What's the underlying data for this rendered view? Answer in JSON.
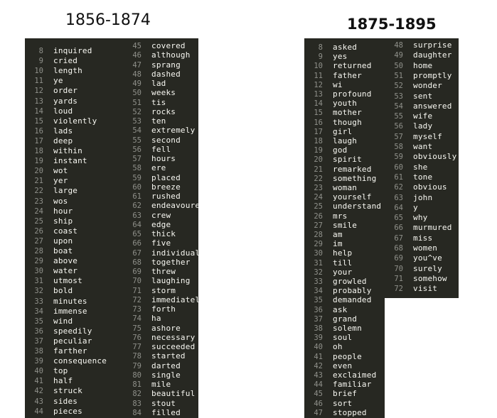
{
  "left_panel": {
    "title": "1856-1874",
    "col1": [
      {
        "n": "8",
        "w": "inquired"
      },
      {
        "n": "9",
        "w": "cried"
      },
      {
        "n": "10",
        "w": "length"
      },
      {
        "n": "11",
        "w": "ye"
      },
      {
        "n": "12",
        "w": "order"
      },
      {
        "n": "13",
        "w": "yards"
      },
      {
        "n": "14",
        "w": "loud"
      },
      {
        "n": "15",
        "w": "violently"
      },
      {
        "n": "16",
        "w": "lads"
      },
      {
        "n": "17",
        "w": "deep"
      },
      {
        "n": "18",
        "w": "within"
      },
      {
        "n": "19",
        "w": "instant"
      },
      {
        "n": "20",
        "w": "wot"
      },
      {
        "n": "21",
        "w": "yer"
      },
      {
        "n": "22",
        "w": "large"
      },
      {
        "n": "23",
        "w": "wos"
      },
      {
        "n": "24",
        "w": "hour"
      },
      {
        "n": "25",
        "w": "ship"
      },
      {
        "n": "26",
        "w": "coast"
      },
      {
        "n": "27",
        "w": "upon"
      },
      {
        "n": "28",
        "w": "boat"
      },
      {
        "n": "29",
        "w": "above"
      },
      {
        "n": "30",
        "w": "water"
      },
      {
        "n": "31",
        "w": "utmost"
      },
      {
        "n": "32",
        "w": "bold"
      },
      {
        "n": "33",
        "w": "minutes"
      },
      {
        "n": "34",
        "w": "immense"
      },
      {
        "n": "35",
        "w": "wind"
      },
      {
        "n": "36",
        "w": "speedily"
      },
      {
        "n": "37",
        "w": "peculiar"
      },
      {
        "n": "38",
        "w": "farther"
      },
      {
        "n": "39",
        "w": "consequence"
      },
      {
        "n": "40",
        "w": "top"
      },
      {
        "n": "41",
        "w": "half"
      },
      {
        "n": "42",
        "w": "struck"
      },
      {
        "n": "43",
        "w": "sides"
      },
      {
        "n": "44",
        "w": "pieces"
      }
    ],
    "col2": [
      {
        "n": "45",
        "w": "covered"
      },
      {
        "n": "46",
        "w": "although"
      },
      {
        "n": "47",
        "w": "sprang"
      },
      {
        "n": "48",
        "w": "dashed"
      },
      {
        "n": "49",
        "w": "lad"
      },
      {
        "n": "50",
        "w": "weeks"
      },
      {
        "n": "51",
        "w": "tis"
      },
      {
        "n": "52",
        "w": "rocks"
      },
      {
        "n": "53",
        "w": "ten"
      },
      {
        "n": "54",
        "w": "extremely"
      },
      {
        "n": "55",
        "w": "second"
      },
      {
        "n": "56",
        "w": "fell"
      },
      {
        "n": "57",
        "w": "hours"
      },
      {
        "n": "58",
        "w": "ere"
      },
      {
        "n": "59",
        "w": "placed"
      },
      {
        "n": "60",
        "w": "breeze"
      },
      {
        "n": "61",
        "w": "rushed"
      },
      {
        "n": "62",
        "w": "endeavoured"
      },
      {
        "n": "63",
        "w": "crew"
      },
      {
        "n": "64",
        "w": "edge"
      },
      {
        "n": "65",
        "w": "thick"
      },
      {
        "n": "66",
        "w": "five"
      },
      {
        "n": "67",
        "w": "individual"
      },
      {
        "n": "68",
        "w": "together"
      },
      {
        "n": "69",
        "w": "threw"
      },
      {
        "n": "70",
        "w": "laughing"
      },
      {
        "n": "71",
        "w": "storm"
      },
      {
        "n": "72",
        "w": "immediately"
      },
      {
        "n": "73",
        "w": "forth"
      },
      {
        "n": "74",
        "w": "ha"
      },
      {
        "n": "75",
        "w": "ashore"
      },
      {
        "n": "76",
        "w": "necessary"
      },
      {
        "n": "77",
        "w": "succeeded"
      },
      {
        "n": "78",
        "w": "started"
      },
      {
        "n": "79",
        "w": "darted"
      },
      {
        "n": "80",
        "w": "single"
      },
      {
        "n": "81",
        "w": "mile"
      },
      {
        "n": "82",
        "w": "beautiful"
      },
      {
        "n": "83",
        "w": "stout"
      },
      {
        "n": "84",
        "w": "filled"
      }
    ]
  },
  "right_panel": {
    "title": "1875-1895",
    "col1": [
      {
        "n": "8",
        "w": "asked"
      },
      {
        "n": "9",
        "w": "yes"
      },
      {
        "n": "10",
        "w": "returned"
      },
      {
        "n": "11",
        "w": "father"
      },
      {
        "n": "12",
        "w": "wi"
      },
      {
        "n": "13",
        "w": "profound"
      },
      {
        "n": "14",
        "w": "youth"
      },
      {
        "n": "15",
        "w": "mother"
      },
      {
        "n": "16",
        "w": "though"
      },
      {
        "n": "17",
        "w": "girl"
      },
      {
        "n": "18",
        "w": "laugh"
      },
      {
        "n": "19",
        "w": "god"
      },
      {
        "n": "20",
        "w": "spirit"
      },
      {
        "n": "21",
        "w": "remarked"
      },
      {
        "n": "22",
        "w": "something"
      },
      {
        "n": "23",
        "w": "woman"
      },
      {
        "n": "24",
        "w": "yourself"
      },
      {
        "n": "25",
        "w": "understand"
      },
      {
        "n": "26",
        "w": "mrs"
      },
      {
        "n": "27",
        "w": "smile"
      },
      {
        "n": "28",
        "w": "am"
      },
      {
        "n": "29",
        "w": "im"
      },
      {
        "n": "30",
        "w": "help"
      },
      {
        "n": "31",
        "w": "till"
      },
      {
        "n": "32",
        "w": "your"
      },
      {
        "n": "33",
        "w": "growled"
      },
      {
        "n": "34",
        "w": "probably"
      },
      {
        "n": "35",
        "w": "demanded"
      },
      {
        "n": "36",
        "w": "ask"
      },
      {
        "n": "37",
        "w": "grand"
      },
      {
        "n": "38",
        "w": "solemn"
      },
      {
        "n": "39",
        "w": "soul"
      },
      {
        "n": "40",
        "w": "oh"
      },
      {
        "n": "41",
        "w": "people"
      },
      {
        "n": "42",
        "w": "even"
      },
      {
        "n": "43",
        "w": "exclaimed"
      },
      {
        "n": "44",
        "w": "familiar"
      },
      {
        "n": "45",
        "w": "brief"
      },
      {
        "n": "46",
        "w": "sort"
      },
      {
        "n": "47",
        "w": "stopped"
      }
    ],
    "col2": [
      {
        "n": "48",
        "w": "surprise"
      },
      {
        "n": "49",
        "w": "daughter"
      },
      {
        "n": "50",
        "w": "home"
      },
      {
        "n": "51",
        "w": "promptly"
      },
      {
        "n": "52",
        "w": "wonder"
      },
      {
        "n": "53",
        "w": "sent"
      },
      {
        "n": "54",
        "w": "answered"
      },
      {
        "n": "55",
        "w": "wife"
      },
      {
        "n": "56",
        "w": "lady"
      },
      {
        "n": "57",
        "w": "myself"
      },
      {
        "n": "58",
        "w": "want"
      },
      {
        "n": "59",
        "w": "obviously"
      },
      {
        "n": "60",
        "w": "she"
      },
      {
        "n": "61",
        "w": "tone"
      },
      {
        "n": "62",
        "w": "obvious"
      },
      {
        "n": "63",
        "w": "john"
      },
      {
        "n": "64",
        "w": "y"
      },
      {
        "n": "65",
        "w": "why"
      },
      {
        "n": "66",
        "w": "murmured"
      },
      {
        "n": "67",
        "w": "miss"
      },
      {
        "n": "68",
        "w": "women"
      },
      {
        "n": "69",
        "w": "you^ve"
      },
      {
        "n": "70",
        "w": "surely"
      },
      {
        "n": "71",
        "w": "somehow"
      },
      {
        "n": "72",
        "w": "visit"
      }
    ]
  }
}
